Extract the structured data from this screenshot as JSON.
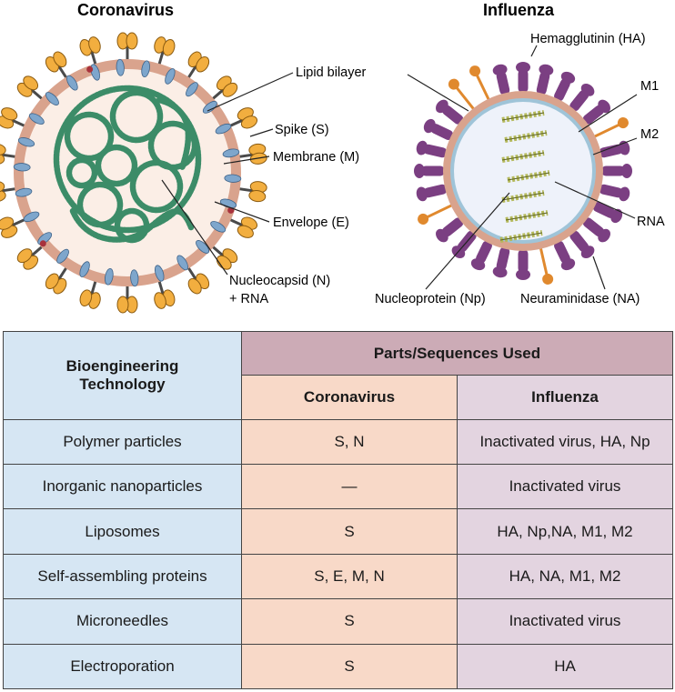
{
  "diagram": {
    "coronavirus": {
      "title": "Coronavirus",
      "labels": {
        "lipid": "Lipid bilayer",
        "spike": "Spike (S)",
        "membrane": "Membrane (M)",
        "envelope": "Envelope (E)",
        "nucleocapsid1": "Nucleocapsid (N)",
        "nucleocapsid2": "+ RNA"
      }
    },
    "influenza": {
      "title": "Influenza",
      "labels": {
        "ha": "Hemagglutinin (HA)",
        "m1": "M1",
        "m2": "M2",
        "rna": "RNA",
        "np": "Nucleoprotein (Np)",
        "na": "Neuraminidase (NA)"
      }
    },
    "colors": {
      "spike": "#f2ae3f",
      "spike_stem": "#4a4a4a",
      "envelope_ring": "#d9a38d",
      "interior": "#fbeee6",
      "membrane_protein": "#7ea6cc",
      "rna_coil": "#3c8c68",
      "ha": "#7b3f82",
      "na": "#e0892e",
      "flu_ring": "#d9a38d",
      "flu_interior": "#eef2fa",
      "np_coil": "#b4b95a"
    }
  },
  "table": {
    "header": {
      "tech": [
        "Bioengineering",
        "Technology"
      ],
      "parts": "Parts/Sequences Used",
      "coronavirus": "Coronavirus",
      "influenza": "Influenza"
    },
    "rows": [
      {
        "tech": "Polymer particles",
        "coronavirus": "S, N",
        "influenza": "Inactivated virus, HA, Np"
      },
      {
        "tech": "Inorganic nanoparticles",
        "coronavirus": "—",
        "influenza": "Inactivated virus"
      },
      {
        "tech": "Liposomes",
        "coronavirus": "S",
        "influenza": "HA, Np,NA, M1, M2"
      },
      {
        "tech": "Self-assembling proteins",
        "coronavirus": "S, E, M, N",
        "influenza": "HA, NA, M1, M2"
      },
      {
        "tech": "Microneedles",
        "coronavirus": "S",
        "influenza": "Inactivated virus"
      },
      {
        "tech": "Electroporation",
        "coronavirus": "S",
        "influenza": "HA"
      }
    ],
    "colors": {
      "tech": "#d6e6f3",
      "parts": "#ccabb6",
      "coronavirus": "#f8d9c8",
      "influenza": "#e3d4e0"
    }
  }
}
